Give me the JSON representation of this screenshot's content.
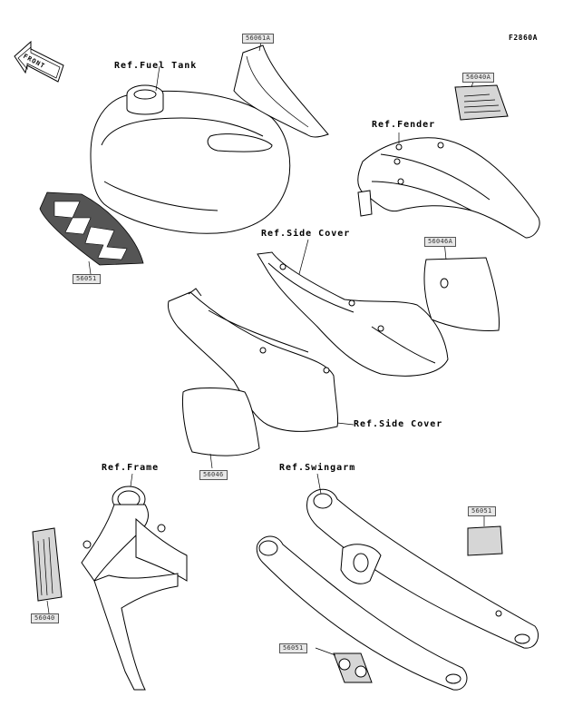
{
  "figure_code": "F2860A",
  "front_arrow": "FRONT",
  "labels": {
    "fuel_tank": "Ref.Fuel Tank",
    "fender": "Ref.Fender",
    "side_cover_top": "Ref.Side Cover",
    "side_cover_bottom": "Ref.Side Cover",
    "frame": "Ref.Frame",
    "swingarm": "Ref.Swingarm"
  },
  "part_numbers": {
    "tank_top_decal": "56061A",
    "fender_decal": "56040A",
    "tank_side_decal": "56051",
    "side_cover_right_decal": "56046A",
    "side_cover_left_decal": "56046",
    "frame_decal": "56040",
    "swingarm_decal": "56051",
    "swingarm_small_decal": "56051"
  }
}
